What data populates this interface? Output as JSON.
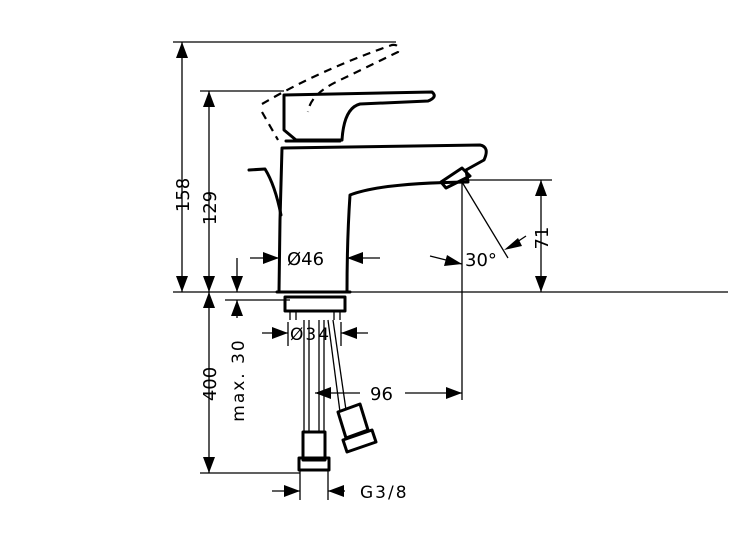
{
  "dimensions": {
    "total_height": "158",
    "spout_height": "129",
    "outlet_height": "71",
    "body_diameter": "Ø46",
    "spray_angle": "30°",
    "hole_diameter": "Ø34",
    "projection": "96",
    "hose_length": "400",
    "max_thickness": "max. 30",
    "connection_thread": "G3/8"
  }
}
